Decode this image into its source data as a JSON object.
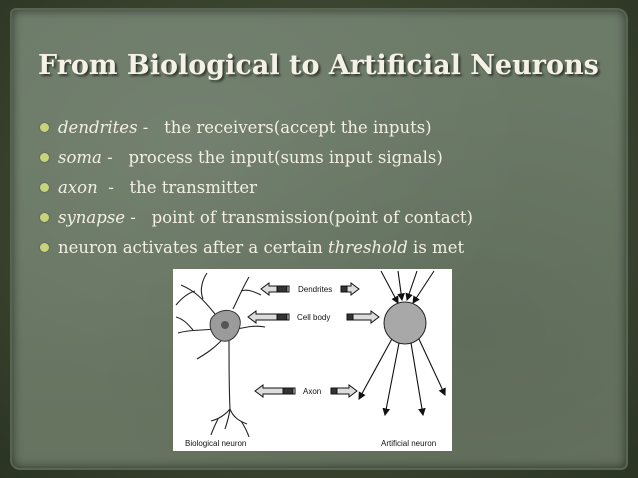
{
  "slide": {
    "title": "From Biological to Artificial Neurons",
    "colors": {
      "background": "#39432f",
      "panel": "#6b7966",
      "bullet": "#c8d47a",
      "text": "#f2efe3"
    }
  },
  "bullets": [
    {
      "term": "dendrites",
      "sep": " -   ",
      "desc": "the receivers(accept the inputs)"
    },
    {
      "term": "soma",
      "sep": " -   ",
      "desc": "process the input(sums input signals)"
    },
    {
      "term": "axon",
      "sep": "  -   ",
      "desc": "the transmitter"
    },
    {
      "term": "synapse",
      "sep": " -   ",
      "desc": "point of transmission(point of contact)"
    },
    {
      "pre": "neuron activates after a certain ",
      "em": "threshold",
      "post": " is met"
    }
  ],
  "figure": {
    "labels": {
      "dendrites": "Dendrites",
      "cell_body": "Cell body",
      "axon": "Axon",
      "biological": "Biological neuron",
      "artificial": "Artificial neuron"
    }
  }
}
